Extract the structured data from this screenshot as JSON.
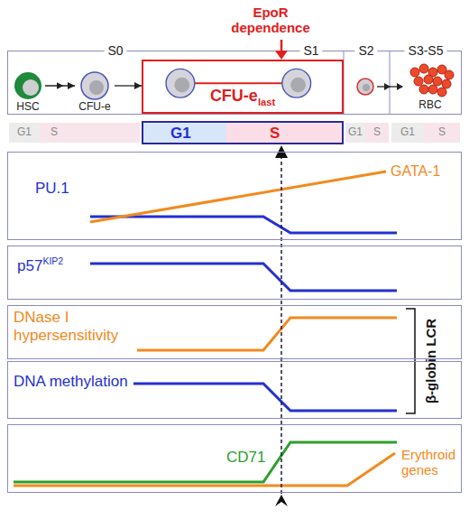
{
  "diagram": {
    "nodes": [
      {
        "text": [
          "HSC"
        ]
      },
      {
        "text": [
          "CFU-e"
        ]
      },
      {
        "text": [
          "CFU-e",
          "last"
        ]
      },
      {
        "text": [
          "RBC"
        ]
      },
      {
        "text": [
          "G1",
          "S"
        ]
      },
      {
        "text": [
          "PU.1",
          "GATA-1"
        ]
      },
      {
        "text": [
          "p57",
          "KIP2"
        ]
      },
      {
        "text": [
          "DNase I hypersensitivity"
        ]
      },
      {
        "text": [
          "DNA methylation"
        ]
      },
      {
        "text": [
          "CD71",
          "Erythroid genes"
        ]
      }
    ],
    "edges": [
      {
        "from": 0,
        "to": 1,
        "arrow": "to"
      },
      {
        "from": 1,
        "to": 2,
        "arrow": "to"
      }
    ],
    "labels": [
      "EpoR dependence",
      "S0",
      "S1",
      "S2",
      "S3-S5",
      "G1",
      "S",
      "G1",
      "S",
      "G1",
      "S",
      "β-globin LCR"
    ]
  }
}
